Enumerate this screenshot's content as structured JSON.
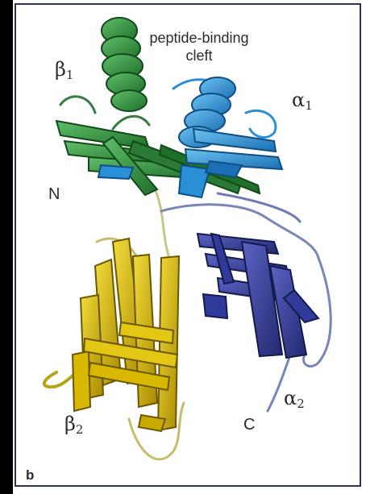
{
  "labels": {
    "beta1": "β",
    "beta1_sub": "1",
    "alpha1": "α",
    "alpha1_sub": "1",
    "beta2": "β",
    "beta2_sub": "2",
    "alpha2": "α",
    "alpha2_sub": "2",
    "cleft_line1": "peptide-binding",
    "cleft_line2": "cleft",
    "n_terminus": "N",
    "c_terminus": "C",
    "panel_letter": "b"
  },
  "colors": {
    "beta1_domain": "#2e8b3a",
    "alpha1_domain": "#2a8fd6",
    "alpha2_domain": "#2f3a9a",
    "beta2_domain": "#d8b800",
    "loop": "#7a86b8"
  }
}
